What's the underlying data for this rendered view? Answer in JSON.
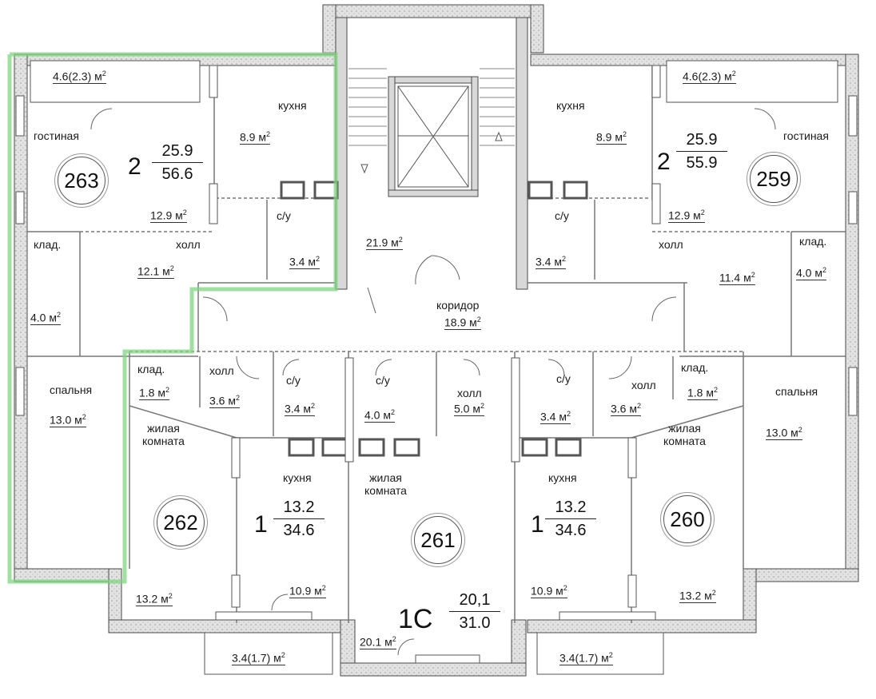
{
  "units": {
    "u263": {
      "number": "263",
      "rooms": "2",
      "living_area": "25.9",
      "total_area": "56.6"
    },
    "u259": {
      "number": "259",
      "rooms": "2",
      "living_area": "25.9",
      "total_area": "55.9"
    },
    "u262": {
      "number": "262",
      "rooms": "1",
      "living_area": "13.2",
      "total_area": "34.6"
    },
    "u260": {
      "number": "260",
      "rooms": "1",
      "living_area": "13.2",
      "total_area": "34.6"
    },
    "u261": {
      "number": "261",
      "rooms": "1С",
      "living_area": "20,1",
      "total_area": "31.0"
    }
  },
  "rooms": {
    "balcony_263": "4.6(2.3) м",
    "balcony_259": "4.6(2.3) м",
    "kitchen_263_name": "кухня",
    "kitchen_263_area": "8.9 м",
    "kitchen_259_name": "кухня",
    "kitchen_259_area": "8.9 м",
    "living_263_name": "гостиная",
    "living_263_area": "12.9 м",
    "living_259_name": "гостиная",
    "living_259_area": "12.9 м",
    "bath_263_name": "с/у",
    "bath_263_area": "3.4 м",
    "bath_259_name": "с/у",
    "bath_259_area": "3.4 м",
    "stair_area": "21.9 м",
    "store_263_name": "клад.",
    "store_263_area": "4.0 м",
    "store_259_name": "клад.",
    "store_259_area": "4.0 м",
    "hall_263_name": "холл",
    "hall_263_area": "12.1 м",
    "hall_259_name": "холл",
    "hall_259_area": "11.4 м",
    "corridor_name": "коридор",
    "corridor_area": "18.9 м",
    "bedroom_263_name": "спальня",
    "bedroom_263_area": "13.0 м",
    "bedroom_259_name": "спальня",
    "bedroom_259_area": "13.0 м",
    "store_262_name": "клад.",
    "store_262_area": "1.8 м",
    "store_260_name": "клад.",
    "store_260_area": "1.8 м",
    "hall_262_name": "холл",
    "hall_262_area": "3.6 м",
    "hall_260_name": "холл",
    "hall_260_area": "3.6 м",
    "bath_262_name": "с/у",
    "bath_262_area": "3.4 м",
    "bath_261_name": "с/у",
    "bath_261_area": "4.0 м",
    "bath_260_name": "с/у",
    "bath_260_area": "3.4 м",
    "hall_261_name": "холл",
    "hall_261_area": "5.0 м",
    "room_262_name": "жилая\nкомната",
    "room_262_area": "13.2 м",
    "room_260_name": "жилая\nкомната",
    "room_260_area": "13.2 м",
    "room_261_name": "жилая\nкомната",
    "room_261_area": "20.1 м",
    "kitchen_262_name": "кухня",
    "kitchen_262_area": "10.9 м",
    "kitchen_260_name": "кухня",
    "kitchen_260_area": "10.9 м",
    "balcony_262": "3.4(1.7) м",
    "balcony_260": "3.4(1.7) м"
  },
  "unit_superscript": "2",
  "colors": {
    "wall": "#c8c8c8",
    "wall_edge": "#4a4a4a",
    "highlight": "#7fd47f",
    "partition": "#777777"
  }
}
